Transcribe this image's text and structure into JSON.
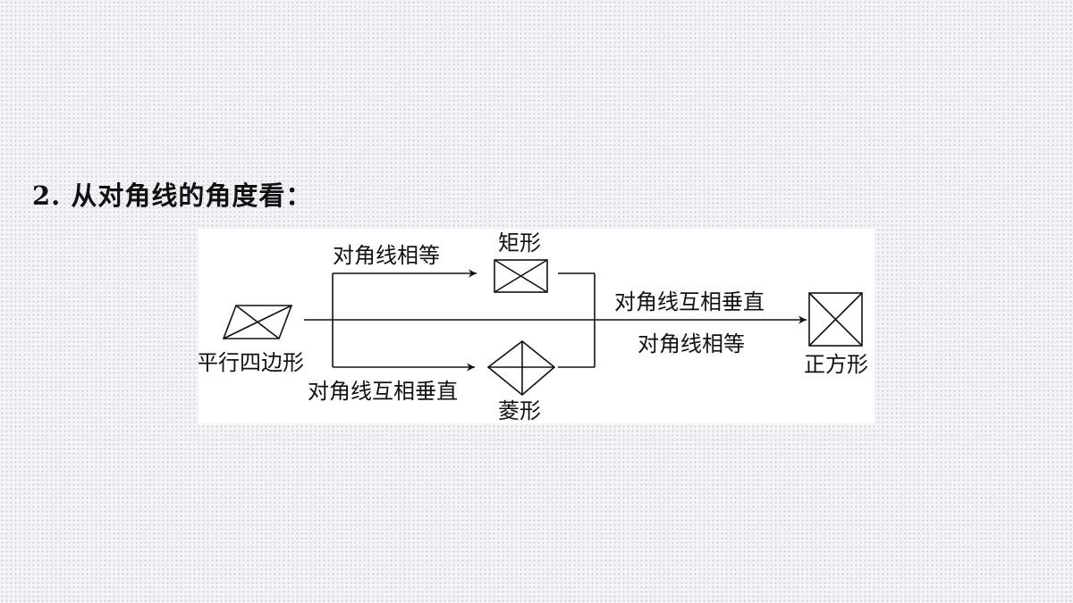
{
  "heading": "2. 从对角线的角度看：",
  "diagram": {
    "nodes": {
      "parallelogram": "平行四边形",
      "rectangle": "矩形",
      "rhombus": "菱形",
      "square": "正方形"
    },
    "edges": {
      "to_rectangle": "对角线相等",
      "to_rhombus": "对角线互相垂直",
      "to_square_top": "对角线互相垂直",
      "to_square_bottom": "对角线相等"
    }
  },
  "colors": {
    "ink": "#111111",
    "panel": "#ffffff",
    "background": "#f3f4f6"
  }
}
